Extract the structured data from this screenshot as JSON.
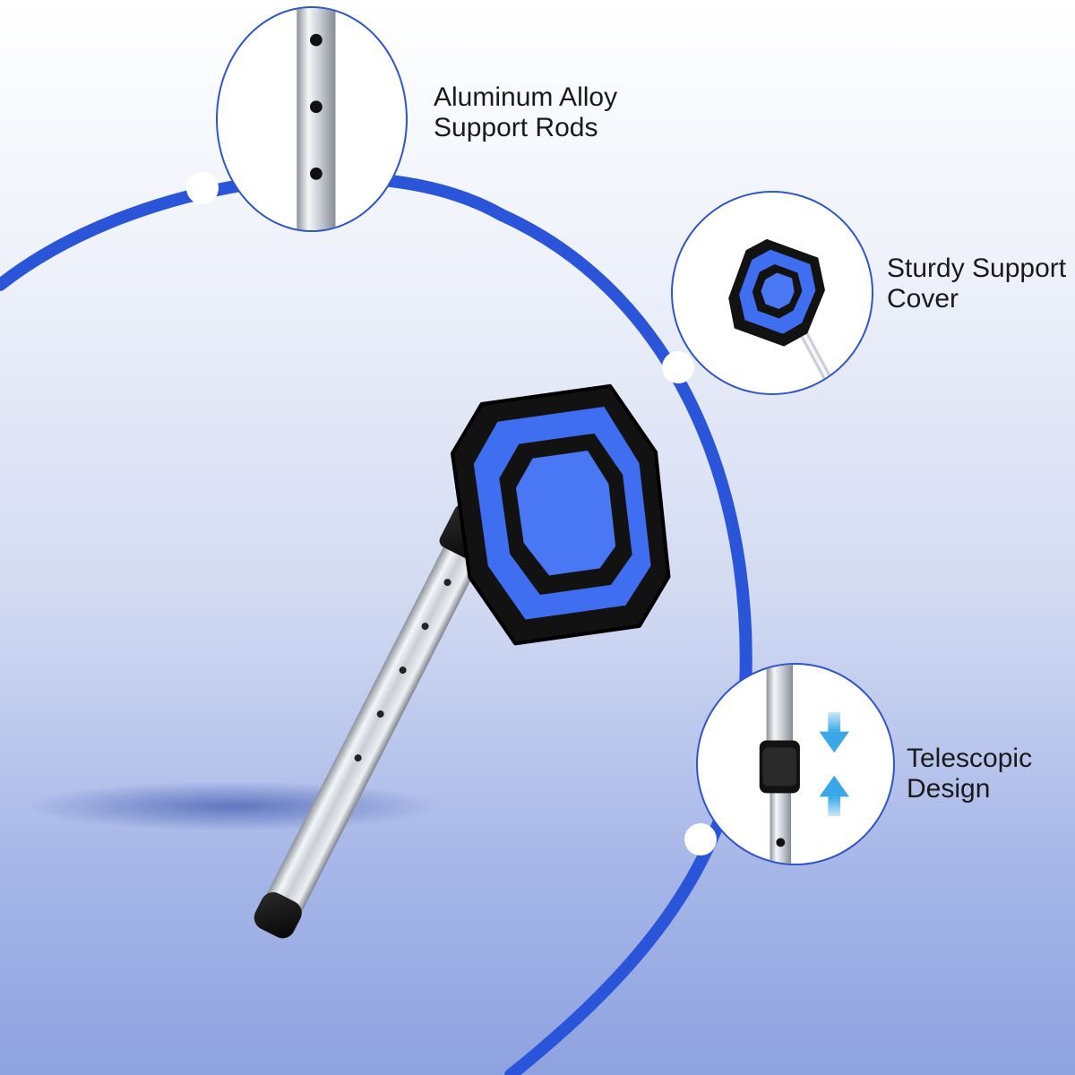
{
  "features": [
    {
      "id": "rods",
      "lines": [
        "Aluminum Alloy",
        "Support Rods"
      ]
    },
    {
      "id": "cover",
      "lines": [
        "Sturdy Support",
        "Cover"
      ]
    },
    {
      "id": "telescopic",
      "lines": [
        "Telescopic",
        "Design"
      ]
    }
  ],
  "colors": {
    "accent": "#2f56c9",
    "arc": "#2a55d8",
    "cover_blue": "#3f6ff0",
    "cover_black": "#121212",
    "metal": "#d9dde3"
  },
  "icons": {
    "compress_arrows": "arrows-pointing-inward-icon"
  }
}
